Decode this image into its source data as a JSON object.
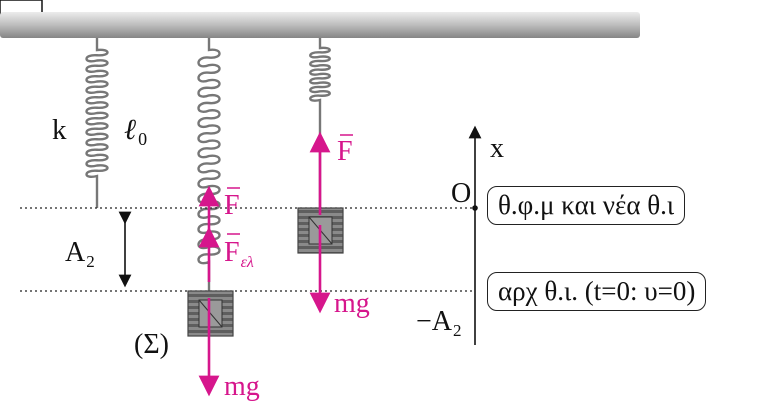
{
  "labels": {
    "k": "k",
    "l0_main": "ℓ",
    "l0_sub": "0",
    "a2_main": "A",
    "a2_sub": "2",
    "sigma": "(Σ)",
    "x_axis": "x",
    "origin": "O",
    "neg_a2_main": "−A",
    "neg_a2_sub": "2"
  },
  "forces": {
    "F": "F",
    "F_el_main": "F",
    "F_el_sub": "ελ",
    "mg": "mg"
  },
  "boxes": {
    "equilibrium": "θ.φ.μ και νέα θ.ι",
    "initial": "αρχ θ.ι. (t=0: υ=0)"
  },
  "colors": {
    "force": "#d6168c",
    "ceiling_top": "#e2e2e2",
    "ceiling_bottom": "#8c8c8c",
    "spring": "#7a7a7a",
    "block": "#6a6a6a"
  }
}
